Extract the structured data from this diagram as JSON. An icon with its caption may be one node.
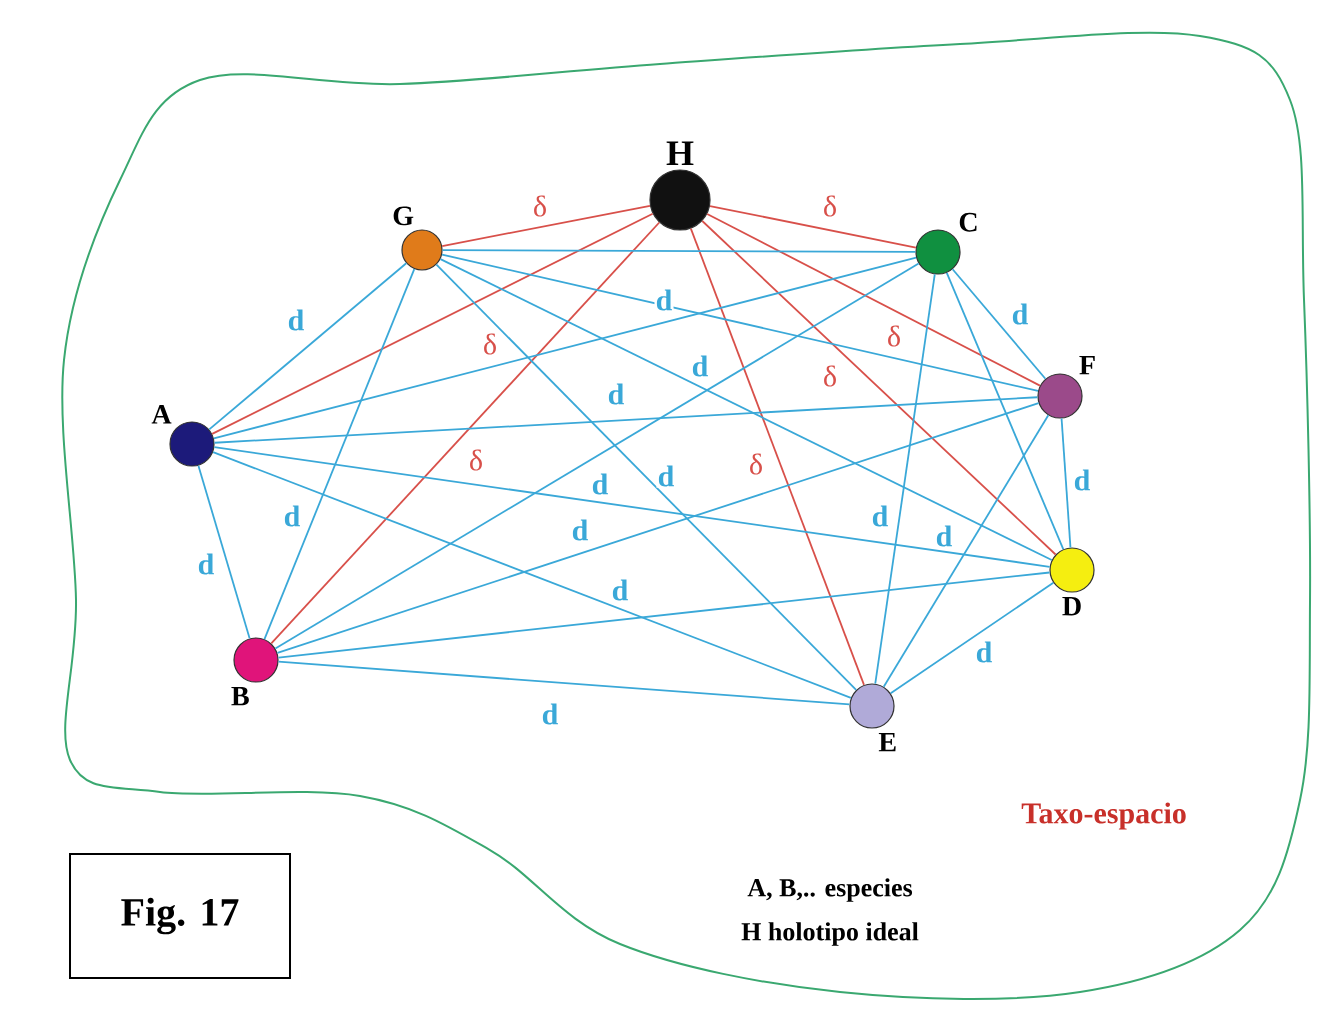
{
  "diagram": {
    "nodes": [
      {
        "text": [
          "Taxo-espacio"
        ]
      },
      {
        "text": [
          "H"
        ],
        "in": 0
      },
      {
        "text": [
          "G"
        ],
        "in": 0
      },
      {
        "text": [
          "C"
        ],
        "in": 0
      },
      {
        "text": [
          "F"
        ],
        "in": 0
      },
      {
        "text": [
          "A"
        ],
        "in": 0
      },
      {
        "text": [
          "D"
        ],
        "in": 0
      },
      {
        "text": [
          "B"
        ],
        "in": 0
      },
      {
        "text": [
          "E"
        ],
        "in": 0
      },
      {
        "text": [
          "Fig. 17"
        ]
      }
    ],
    "edges": [
      {
        "from": 1,
        "to": 2,
        "arrow": "none",
        "label": "δ",
        "color": "#d8504a"
      },
      {
        "from": 1,
        "to": 3,
        "arrow": "none",
        "label": "δ",
        "color": "#d8504a"
      },
      {
        "from": 1,
        "to": 5,
        "arrow": "none",
        "label": "δ",
        "color": "#d8504a"
      },
      {
        "from": 1,
        "to": 7,
        "arrow": "none",
        "label": "δ",
        "color": "#d8504a"
      },
      {
        "from": 1,
        "to": 8,
        "arrow": "none",
        "label": "δ",
        "color": "#d8504a"
      },
      {
        "from": 1,
        "to": 6,
        "arrow": "none",
        "label": "δ",
        "color": "#d8504a"
      },
      {
        "from": 1,
        "to": 4,
        "arrow": "none",
        "label": "δ",
        "color": "#d8504a"
      },
      {
        "from": 5,
        "to": 2,
        "arrow": "none",
        "label": "d"
      },
      {
        "from": 5,
        "to": 7,
        "arrow": "none",
        "label": "d"
      },
      {
        "from": 7,
        "to": 2,
        "arrow": "none",
        "label": "d"
      },
      {
        "from": 7,
        "to": 8,
        "arrow": "none",
        "label": "d"
      },
      {
        "from": 3,
        "to": 4,
        "arrow": "none",
        "label": "d"
      },
      {
        "from": 4,
        "to": 6,
        "arrow": "none",
        "label": "d"
      },
      {
        "from": 8,
        "to": 6,
        "arrow": "none",
        "label": "d"
      },
      {
        "from": 2,
        "to": 4,
        "arrow": "none",
        "label": "d"
      },
      {
        "from": 2,
        "to": 6,
        "arrow": "none",
        "label": "d"
      },
      {
        "from": 5,
        "to": 4,
        "arrow": "none",
        "label": "d"
      },
      {
        "from": 5,
        "to": 6,
        "arrow": "none",
        "label": "d"
      },
      {
        "from": 2,
        "to": 8,
        "arrow": "none",
        "label": "d"
      },
      {
        "from": 7,
        "to": 4,
        "arrow": "none",
        "label": "d"
      },
      {
        "from": 5,
        "to": 8,
        "arrow": "none",
        "label": "d"
      },
      {
        "from": 3,
        "to": 8,
        "arrow": "none",
        "label": "d"
      },
      {
        "from": 8,
        "to": 4,
        "arrow": "none",
        "label": "d"
      },
      {
        "from": 5,
        "to": 3,
        "arrow": "none"
      },
      {
        "from": 7,
        "to": 3,
        "arrow": "none"
      },
      {
        "from": 7,
        "to": 6,
        "arrow": "none"
      },
      {
        "from": 3,
        "to": 6,
        "arrow": "none"
      },
      {
        "from": 2,
        "to": 3,
        "arrow": "none"
      }
    ],
    "labels": [
      "A, B,.. especies",
      "H holotipo ideal"
    ]
  }
}
